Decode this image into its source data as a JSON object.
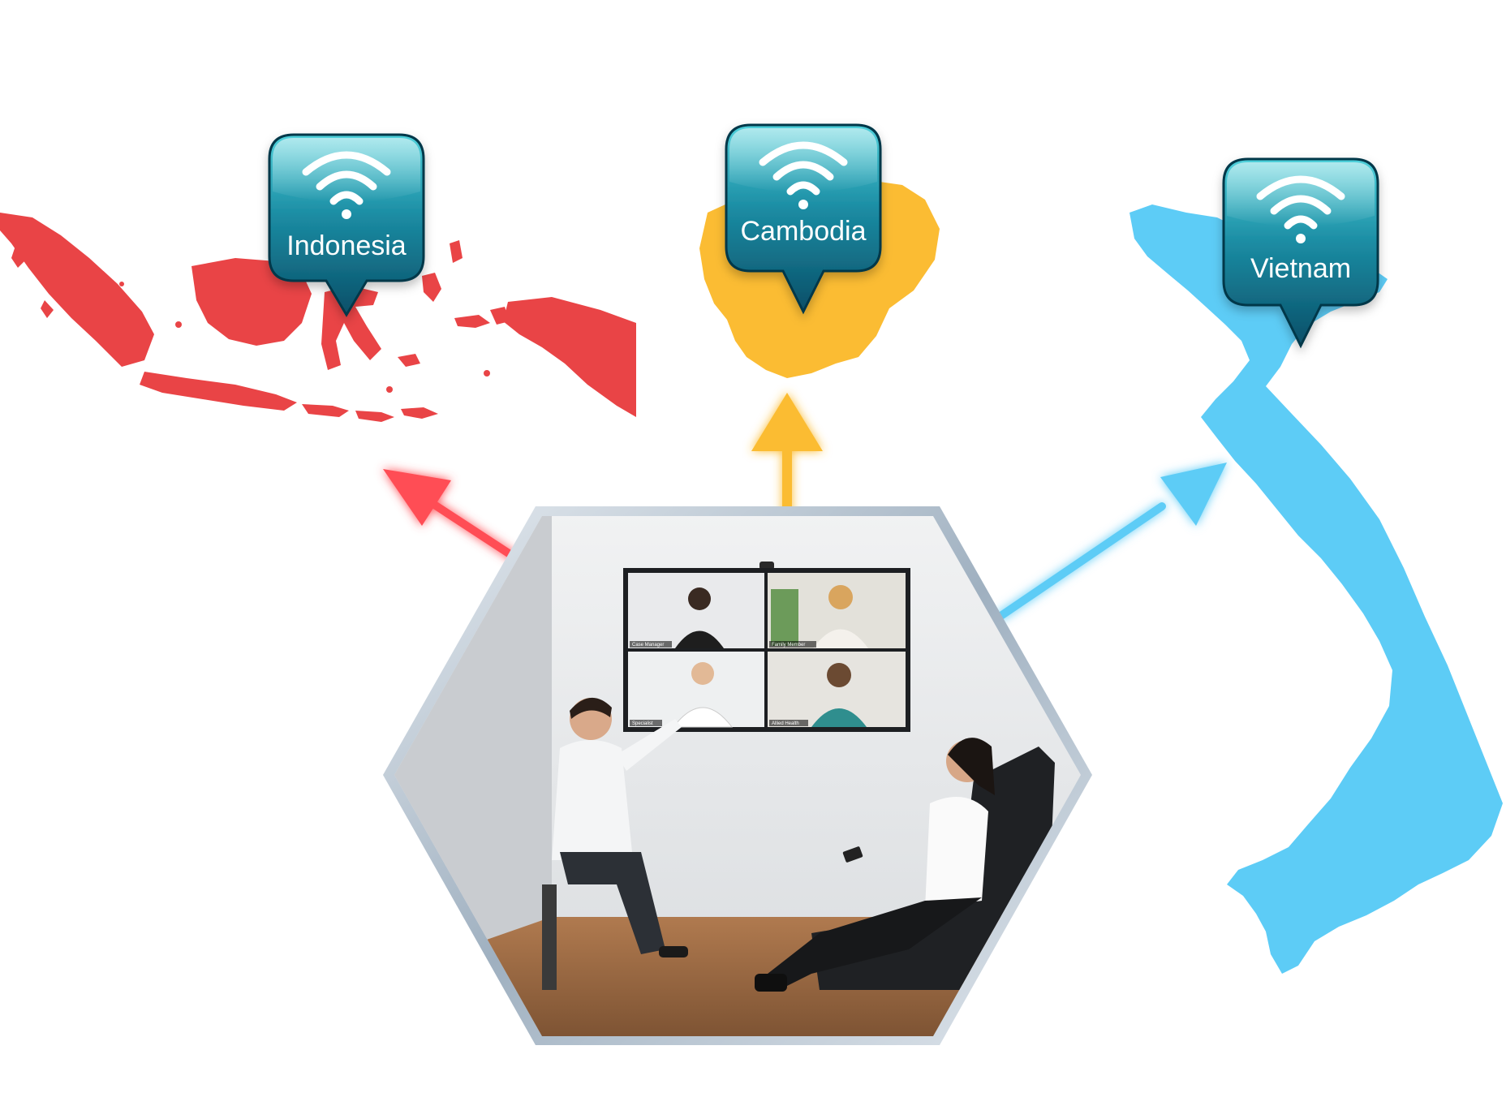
{
  "regions": [
    {
      "id": "indonesia",
      "label": "Indonesia",
      "color": "#E94446"
    },
    {
      "id": "cambodia",
      "label": "Cambodia",
      "color": "#FBBC33"
    },
    {
      "id": "vietnam",
      "label": "Vietnam",
      "color": "#5DCCF6"
    }
  ],
  "hub": {
    "screen_tiles": [
      {
        "label": "Case Manager"
      },
      {
        "label": "Family Member"
      },
      {
        "label": "Specialist"
      },
      {
        "label": "Allied Health"
      }
    ]
  },
  "colors": {
    "pin_top": "#3BB8C6",
    "pin_bottom": "#0B5A73",
    "pin_rim": "#06374A",
    "hex_frame": "#C8D1DA"
  }
}
